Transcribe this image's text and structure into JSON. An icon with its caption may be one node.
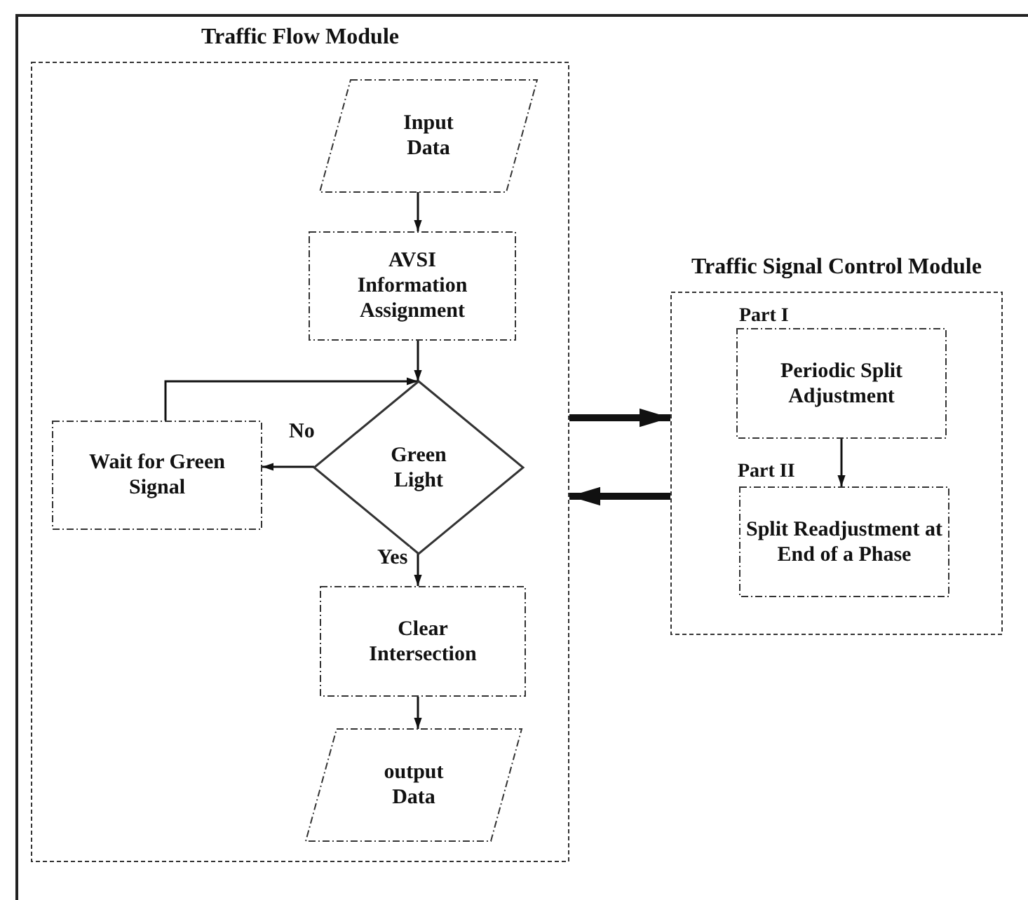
{
  "diagram": {
    "nodes": [
      {
        "text": [
          "Traffic Flow Module"
        ]
      },
      {
        "text": [
          "Input Data"
        ],
        "in": 0
      },
      {
        "text": [
          "AVSI Information Assignment"
        ],
        "in": 0
      },
      {
        "text": [
          "Green Light"
        ],
        "in": 0
      },
      {
        "text": [
          "Wait for Green Signal"
        ],
        "in": 0
      },
      {
        "text": [
          "Clear Intersection"
        ],
        "in": 0
      },
      {
        "text": [
          "output Data"
        ],
        "in": 0
      },
      {
        "text": [
          "Traffic Signal Control Module"
        ]
      },
      {
        "text": [
          "Periodic Split Adjustment"
        ],
        "in": 7,
        "beside": [
          "Part I"
        ]
      },
      {
        "text": [
          "Split Readjustment at End of a Phase"
        ],
        "in": 7,
        "beside": [
          "Part II"
        ]
      }
    ],
    "edges": [
      {
        "from": 1,
        "to": 2,
        "arrow": "to"
      },
      {
        "from": 2,
        "to": 3,
        "arrow": "to"
      },
      {
        "from": 3,
        "to": 4,
        "arrow": "to",
        "label": "No"
      },
      {
        "from": 4,
        "to": 3,
        "arrow": "to"
      },
      {
        "from": 3,
        "to": 5,
        "arrow": "to",
        "label": "Yes"
      },
      {
        "from": 5,
        "to": 6,
        "arrow": "to"
      },
      {
        "from": 0,
        "to": 7,
        "arrow": "to",
        "style": "thick"
      },
      {
        "from": 7,
        "to": 0,
        "arrow": "to",
        "style": "thick"
      },
      {
        "from": 8,
        "to": 9,
        "arrow": "to"
      }
    ]
  }
}
